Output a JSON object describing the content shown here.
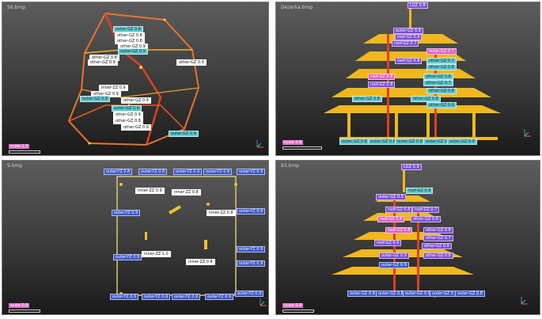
{
  "panels": [
    {
      "title": "56.bmp",
      "scale_badge": "scale 1.0",
      "labels": [
        {
          "text": "outer-GZ 0.8",
          "color": "#62c7cf",
          "fg": "#103030"
        },
        {
          "text": "other-GZ 0.8",
          "color": "#ffffff",
          "fg": "#111111"
        },
        {
          "text": "other-GZ 0.8",
          "color": "#ffffff",
          "fg": "#111111"
        },
        {
          "text": "other-GZ 0.9",
          "color": "#ffffff",
          "fg": "#111111"
        },
        {
          "text": "other-GZ 0.8",
          "color": "#ffffff",
          "fg": "#111111"
        },
        {
          "text": "other-GZ 0.9",
          "color": "#ffffff",
          "fg": "#111111"
        },
        {
          "text": "outer-GZ 0.9",
          "color": "#62c7cf",
          "fg": "#103030"
        },
        {
          "text": "other-GZ 0.9",
          "color": "#ffffff",
          "fg": "#111111"
        },
        {
          "text": "inner-ZZ 0.9",
          "color": "#ffffff",
          "fg": "#111111"
        },
        {
          "text": "other-GZ 0.9",
          "color": "#ffffff",
          "fg": "#111111"
        },
        {
          "text": "outer-GZ 0.9",
          "color": "#62c7cf",
          "fg": "#103030"
        },
        {
          "text": "other-GZ 0.9",
          "color": "#ffffff",
          "fg": "#111111"
        },
        {
          "text": "outer-GZ 0.9",
          "color": "#62c7cf",
          "fg": "#103030"
        },
        {
          "text": "other-GZ 0.9",
          "color": "#ffffff",
          "fg": "#111111"
        },
        {
          "text": "other-GZ 0.8",
          "color": "#ffffff",
          "fg": "#111111"
        },
        {
          "text": "other-GZ 0.9",
          "color": "#ffffff",
          "fg": "#111111"
        },
        {
          "text": "outer-GZ 0.9",
          "color": "#62c7cf",
          "fg": "#103030"
        }
      ]
    },
    {
      "title": "Dezerka.bmp",
      "scale_badge": "scale 0.8",
      "labels": [
        {
          "text": "LGZ 0.8",
          "color": "#7e4fd6",
          "fg": "#ffffff"
        },
        {
          "text": "outer-GZ 0.9",
          "color": "#7e4fd6",
          "fg": "#ffffff"
        },
        {
          "text": "roof-GZ 0.9",
          "color": "#7e4fd6",
          "fg": "#ffffff"
        },
        {
          "text": "roof-GZ 0.7",
          "color": "#7e4fd6",
          "fg": "#ffffff"
        },
        {
          "text": "outer-GZ 0.7",
          "color": "#e060c0",
          "fg": "#ffffff"
        },
        {
          "text": "other-GZ 0.7",
          "color": "#62c7cf",
          "fg": "#103030"
        },
        {
          "text": "roof-GZ 0.8",
          "color": "#7e4fd6",
          "fg": "#ffffff"
        },
        {
          "text": "other-GZ 0.8",
          "color": "#62c7cf",
          "fg": "#103030"
        },
        {
          "text": "other-GZ 0.8",
          "color": "#62c7cf",
          "fg": "#103030"
        },
        {
          "text": "other-GZ 0.7",
          "color": "#62c7cf",
          "fg": "#103030"
        },
        {
          "text": "roof-GZ 0.8",
          "color": "#e060c0",
          "fg": "#ffffff"
        },
        {
          "text": "other-GZ 0.8",
          "color": "#62c7cf",
          "fg": "#103030"
        },
        {
          "text": "roof-GZ 0.8",
          "color": "#7e4fd6",
          "fg": "#ffffff"
        },
        {
          "text": "other-GZ 0.8",
          "color": "#62c7cf",
          "fg": "#103030"
        },
        {
          "text": "other-GZ 0.9",
          "color": "#62c7cf",
          "fg": "#103030"
        },
        {
          "text": "other-GZ 0.8",
          "color": "#62c7cf",
          "fg": "#103030"
        },
        {
          "text": "outer-GZ 0.8",
          "color": "#62c7cf",
          "fg": "#103030"
        },
        {
          "text": "outer-GZ 0.8",
          "color": "#62c7cf",
          "fg": "#103030"
        },
        {
          "text": "outer-GZ 0.8",
          "color": "#62c7cf",
          "fg": "#103030"
        },
        {
          "text": "outer-GZ 0.8",
          "color": "#62c7cf",
          "fg": "#103030"
        },
        {
          "text": "outer-GZ 0.9",
          "color": "#62c7cf",
          "fg": "#103030"
        }
      ]
    },
    {
      "title": "9.bmp",
      "scale_badge": "scale 0.8",
      "labels": [
        {
          "text": "outer-YZ 0.8",
          "color": "#3d57c8",
          "fg": "#ffffff"
        },
        {
          "text": "outer-YZ 0.8",
          "color": "#3d57c8",
          "fg": "#ffffff"
        },
        {
          "text": "outer-YZ 0.9",
          "color": "#3d57c8",
          "fg": "#ffffff"
        },
        {
          "text": "outer-YZ 0.9",
          "color": "#3d57c8",
          "fg": "#ffffff"
        },
        {
          "text": "outer-YZ 0.9",
          "color": "#3d57c8",
          "fg": "#ffffff"
        },
        {
          "text": "inner-ZZ 0.9",
          "color": "#ffffff",
          "fg": "#111111"
        },
        {
          "text": "outer-YZ 0.9",
          "color": "#3d57c8",
          "fg": "#ffffff"
        },
        {
          "text": "inner-ZZ 0.8",
          "color": "#ffffff",
          "fg": "#111111"
        },
        {
          "text": "inner-ZZ 0.8",
          "color": "#ffffff",
          "fg": "#111111"
        },
        {
          "text": "outer-YZ 0.9",
          "color": "#3d57c8",
          "fg": "#ffffff"
        },
        {
          "text": "outer-YZ 0.9",
          "color": "#3d57c8",
          "fg": "#ffffff"
        },
        {
          "text": "inner-ZZ 1.0",
          "color": "#ffffff",
          "fg": "#111111"
        },
        {
          "text": "outer-YZ 0.9",
          "color": "#3d57c8",
          "fg": "#ffffff"
        },
        {
          "text": "inner-ZZ 0.8",
          "color": "#ffffff",
          "fg": "#111111"
        },
        {
          "text": "outer-YZ 0.9",
          "color": "#3d57c8",
          "fg": "#ffffff"
        },
        {
          "text": "outer-YZ 0.9",
          "color": "#3d57c8",
          "fg": "#ffffff"
        },
        {
          "text": "outer-YZ 0.9",
          "color": "#3d57c8",
          "fg": "#ffffff"
        },
        {
          "text": "outer-YZ 0.9",
          "color": "#3d57c8",
          "fg": "#ffffff"
        },
        {
          "text": "outer-YZ 0.9",
          "color": "#3d57c8",
          "fg": "#ffffff"
        },
        {
          "text": "outer-YZ 0.9",
          "color": "#3d57c8",
          "fg": "#ffffff"
        }
      ]
    },
    {
      "title": "93.bmp",
      "scale_badge": "scale 0.8",
      "labels": [
        {
          "text": "LGZ 0.9",
          "color": "#7e4fd6",
          "fg": "#ffffff"
        },
        {
          "text": "roof-GZ 0.8",
          "color": "#62c7cf",
          "fg": "#103030"
        },
        {
          "text": "outer-GZ 0.9",
          "color": "#7e4fd6",
          "fg": "#ffffff"
        },
        {
          "text": "roof-GZ 0.8",
          "color": "#7e4fd6",
          "fg": "#ffffff"
        },
        {
          "text": "roof-GZ 0.7",
          "color": "#7e4fd6",
          "fg": "#ffffff"
        },
        {
          "text": "roof-GZ 0.8",
          "color": "#e060c0",
          "fg": "#ffffff"
        },
        {
          "text": "other-GZ 0.8",
          "color": "#7e4fd6",
          "fg": "#ffffff"
        },
        {
          "text": "roof-GZ 0.8",
          "color": "#e060c0",
          "fg": "#ffffff"
        },
        {
          "text": "other-GZ 0.8",
          "color": "#7e4fd6",
          "fg": "#ffffff"
        },
        {
          "text": "other-GZ 0.7",
          "color": "#7e4fd6",
          "fg": "#ffffff"
        },
        {
          "text": "roof-GZ 0.9",
          "color": "#7e4fd6",
          "fg": "#ffffff"
        },
        {
          "text": "other-GZ 0.8",
          "color": "#7e4fd6",
          "fg": "#ffffff"
        },
        {
          "text": "outer-GZ 0.9",
          "color": "#7e4fd6",
          "fg": "#ffffff"
        },
        {
          "text": "other-GZ 0.8",
          "color": "#7e4fd6",
          "fg": "#ffffff"
        },
        {
          "text": "outer-GZ 0.9",
          "color": "#3d57c8",
          "fg": "#ffffff"
        },
        {
          "text": "outer-GZ 0.8",
          "color": "#3d57c8",
          "fg": "#ffffff"
        },
        {
          "text": "outer-GZ 0.8",
          "color": "#3d57c8",
          "fg": "#ffffff"
        },
        {
          "text": "outer-GZ 0.9",
          "color": "#3d57c8",
          "fg": "#ffffff"
        },
        {
          "text": "outer-GZ 0.8",
          "color": "#3d57c8",
          "fg": "#ffffff"
        },
        {
          "text": "outer-GZ 0.8",
          "color": "#3d57c8",
          "fg": "#ffffff"
        }
      ]
    }
  ],
  "colors": {
    "structure": "#f0b81e",
    "structure_red": "#e04020",
    "wall": "#d8c878",
    "axis_x": "#ff5050",
    "axis_y": "#40d060",
    "axis_z": "#5080ff"
  },
  "icons": [
    "axis-gizmo-icon"
  ]
}
